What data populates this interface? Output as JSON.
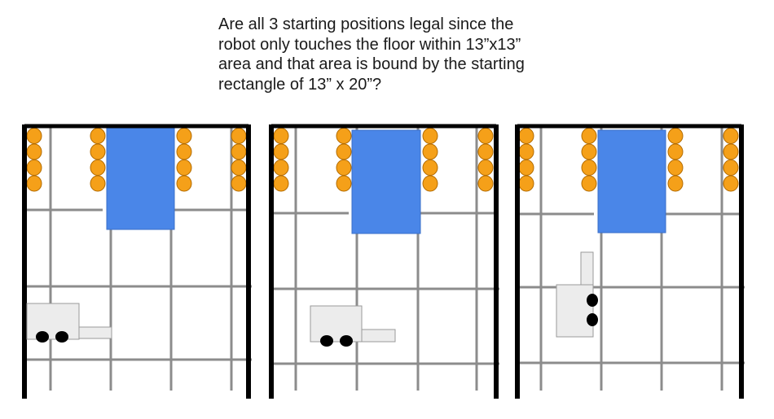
{
  "question": {
    "lines": [
      "Are all 3 starting positions legal since the",
      "robot only touches the floor within 13”x13”",
      "area and that area is bound by the starting",
      "rectangle of 13” x 20”?"
    ]
  },
  "colors": {
    "wall": "#000000",
    "grid": "#8c8c8c",
    "ball": "#f5a019",
    "ball_stroke": "#b36b00",
    "blue_zone": "#4a86e8",
    "robot": "#ececec",
    "wheel": "#000000"
  },
  "panels": [
    {
      "id": "left",
      "robot_orientation": "horizontal",
      "wheels": 2
    },
    {
      "id": "center",
      "robot_orientation": "horizontal",
      "wheels": 2
    },
    {
      "id": "right",
      "robot_orientation": "vertical",
      "wheels": 2
    }
  ]
}
